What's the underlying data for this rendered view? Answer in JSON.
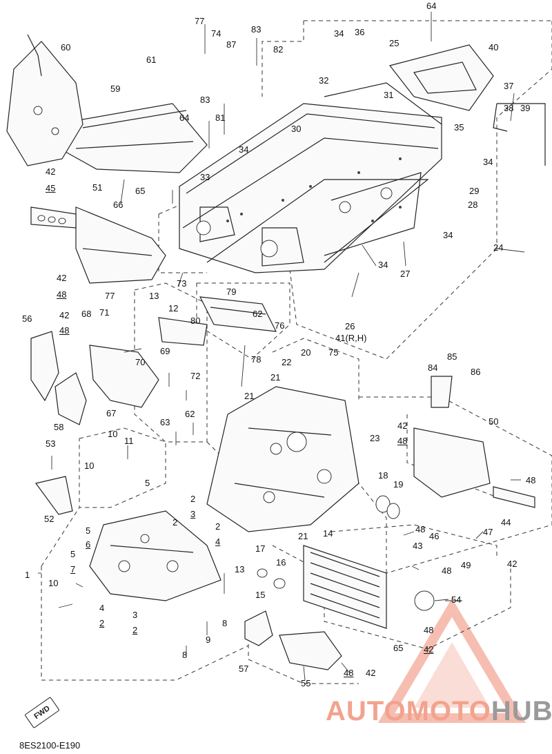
{
  "diagram": {
    "code": "8ES2100-E190",
    "fwd_label": "FWD",
    "watermark": {
      "part1": "AUTOMOTO",
      "part2": "HUB"
    },
    "callouts": [
      {
        "id": "c1",
        "text": "1"
      },
      {
        "id": "c2a",
        "text": "2"
      },
      {
        "id": "c2b",
        "text": "2"
      },
      {
        "id": "c2c",
        "text": "2"
      },
      {
        "id": "c2d",
        "text": "2"
      },
      {
        "id": "c2e",
        "text": "2"
      },
      {
        "id": "c2f",
        "text": "2"
      },
      {
        "id": "c3a",
        "text": "3"
      },
      {
        "id": "c3b",
        "text": "3"
      },
      {
        "id": "c4a",
        "text": "4"
      },
      {
        "id": "c4b",
        "text": "4"
      },
      {
        "id": "c5a",
        "text": "5"
      },
      {
        "id": "c5b",
        "text": "5"
      },
      {
        "id": "c5c",
        "text": "5"
      },
      {
        "id": "c6",
        "text": "6"
      },
      {
        "id": "c7",
        "text": "7"
      },
      {
        "id": "c8a",
        "text": "8"
      },
      {
        "id": "c8b",
        "text": "8"
      },
      {
        "id": "c9",
        "text": "9"
      },
      {
        "id": "c10a",
        "text": "10"
      },
      {
        "id": "c10b",
        "text": "10"
      },
      {
        "id": "c10c",
        "text": "10"
      },
      {
        "id": "c11",
        "text": "11"
      },
      {
        "id": "c12",
        "text": "12"
      },
      {
        "id": "c13a",
        "text": "13"
      },
      {
        "id": "c13b",
        "text": "13"
      },
      {
        "id": "c14",
        "text": "14"
      },
      {
        "id": "c15",
        "text": "15"
      },
      {
        "id": "c16",
        "text": "16"
      },
      {
        "id": "c17",
        "text": "17"
      },
      {
        "id": "c18",
        "text": "18"
      },
      {
        "id": "c19",
        "text": "19"
      },
      {
        "id": "c20",
        "text": "20"
      },
      {
        "id": "c21a",
        "text": "21"
      },
      {
        "id": "c21b",
        "text": "21"
      },
      {
        "id": "c21c",
        "text": "21"
      },
      {
        "id": "c22",
        "text": "22"
      },
      {
        "id": "c23",
        "text": "23"
      },
      {
        "id": "c24",
        "text": "24"
      },
      {
        "id": "c25",
        "text": "25"
      },
      {
        "id": "c26",
        "text": "26"
      },
      {
        "id": "c27",
        "text": "27"
      },
      {
        "id": "c28",
        "text": "28"
      },
      {
        "id": "c29",
        "text": "29"
      },
      {
        "id": "c30",
        "text": "30"
      },
      {
        "id": "c31",
        "text": "31"
      },
      {
        "id": "c32",
        "text": "32"
      },
      {
        "id": "c33",
        "text": "33"
      },
      {
        "id": "c34a",
        "text": "34"
      },
      {
        "id": "c34b",
        "text": "34"
      },
      {
        "id": "c34c",
        "text": "34"
      },
      {
        "id": "c34d",
        "text": "34"
      },
      {
        "id": "c34e",
        "text": "34"
      },
      {
        "id": "c35",
        "text": "35"
      },
      {
        "id": "c36",
        "text": "36"
      },
      {
        "id": "c37",
        "text": "37"
      },
      {
        "id": "c38",
        "text": "38"
      },
      {
        "id": "c39",
        "text": "39"
      },
      {
        "id": "c40",
        "text": "40"
      },
      {
        "id": "c41",
        "text": "41(R,H)"
      },
      {
        "id": "c42a",
        "text": "42"
      },
      {
        "id": "c42b",
        "text": "42"
      },
      {
        "id": "c42c",
        "text": "42"
      },
      {
        "id": "c42d",
        "text": "42"
      },
      {
        "id": "c42e",
        "text": "42"
      },
      {
        "id": "c42f",
        "text": "42"
      },
      {
        "id": "c42g",
        "text": "42"
      },
      {
        "id": "c43",
        "text": "43"
      },
      {
        "id": "c44",
        "text": "44"
      },
      {
        "id": "c45",
        "text": "45"
      },
      {
        "id": "c46",
        "text": "46"
      },
      {
        "id": "c47",
        "text": "47"
      },
      {
        "id": "c48a",
        "text": "48"
      },
      {
        "id": "c48b",
        "text": "48"
      },
      {
        "id": "c48c",
        "text": "48"
      },
      {
        "id": "c48d",
        "text": "48"
      },
      {
        "id": "c48e",
        "text": "48"
      },
      {
        "id": "c48f",
        "text": "48"
      },
      {
        "id": "c48g",
        "text": "48"
      },
      {
        "id": "c48h",
        "text": "48"
      },
      {
        "id": "c49",
        "text": "49"
      },
      {
        "id": "c50",
        "text": "50"
      },
      {
        "id": "c51",
        "text": "51"
      },
      {
        "id": "c52",
        "text": "52"
      },
      {
        "id": "c53",
        "text": "53"
      },
      {
        "id": "c54",
        "text": "54"
      },
      {
        "id": "c55",
        "text": "55"
      },
      {
        "id": "c56",
        "text": "56"
      },
      {
        "id": "c57",
        "text": "57"
      },
      {
        "id": "c58",
        "text": "58"
      },
      {
        "id": "c59",
        "text": "59"
      },
      {
        "id": "c60",
        "text": "60"
      },
      {
        "id": "c61",
        "text": "61"
      },
      {
        "id": "c62a",
        "text": "62"
      },
      {
        "id": "c62b",
        "text": "62"
      },
      {
        "id": "c63",
        "text": "63"
      },
      {
        "id": "c64a",
        "text": "64"
      },
      {
        "id": "c64b",
        "text": "64"
      },
      {
        "id": "c65a",
        "text": "65"
      },
      {
        "id": "c65b",
        "text": "65"
      },
      {
        "id": "c66",
        "text": "66"
      },
      {
        "id": "c67",
        "text": "67"
      },
      {
        "id": "c68",
        "text": "68"
      },
      {
        "id": "c69",
        "text": "69"
      },
      {
        "id": "c70",
        "text": "70"
      },
      {
        "id": "c71",
        "text": "71"
      },
      {
        "id": "c72",
        "text": "72"
      },
      {
        "id": "c73",
        "text": "73"
      },
      {
        "id": "c74",
        "text": "74"
      },
      {
        "id": "c75",
        "text": "75"
      },
      {
        "id": "c76",
        "text": "76"
      },
      {
        "id": "c77a",
        "text": "77"
      },
      {
        "id": "c77b",
        "text": "77"
      },
      {
        "id": "c78",
        "text": "78"
      },
      {
        "id": "c79",
        "text": "79"
      },
      {
        "id": "c80",
        "text": "80"
      },
      {
        "id": "c81",
        "text": "81"
      },
      {
        "id": "c82",
        "text": "82"
      },
      {
        "id": "c83a",
        "text": "83"
      },
      {
        "id": "c83b",
        "text": "83"
      },
      {
        "id": "c84",
        "text": "84"
      },
      {
        "id": "c85",
        "text": "85"
      },
      {
        "id": "c86",
        "text": "86"
      },
      {
        "id": "c87",
        "text": "87"
      }
    ]
  }
}
